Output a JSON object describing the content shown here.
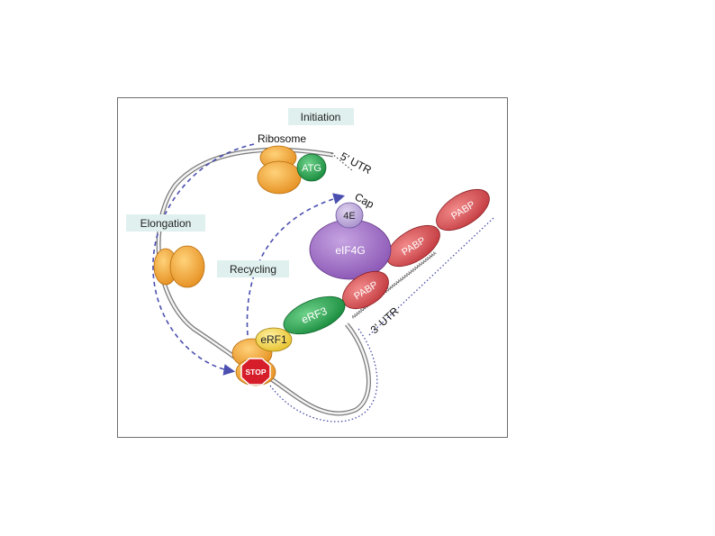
{
  "labels": {
    "initiation": "Initiation",
    "elongation": "Elongation",
    "recycling": "Recycling",
    "ribosome": "Ribosome",
    "utr5": "5' UTR",
    "utr3": "3' UTR",
    "cap": "Cap",
    "atg": "ATG",
    "f4e": "4E",
    "eif4g": "eIF4G",
    "erf3": "eRF3",
    "erf1": "eRF1",
    "stop": "STOP",
    "pabp1": "PABP",
    "pabp2": "PABP",
    "pabp3": "PABP",
    "polyA": "AAAAAAAAAAAAAAAAAAAAAAAAAAAAAAAAAAAAAAAA"
  },
  "colors": {
    "ribosome": "#f0a030",
    "atg": "#1f9a48",
    "eif4g": "#9a66c0",
    "f4e": "#b6a1d6",
    "erf3": "#2ea04f",
    "erf1": "#f3d44a",
    "stop": "#d61e2b",
    "pabp": "#d44a4f",
    "label_box": "#dff0ee",
    "arrow": "#4a4fb0"
  }
}
